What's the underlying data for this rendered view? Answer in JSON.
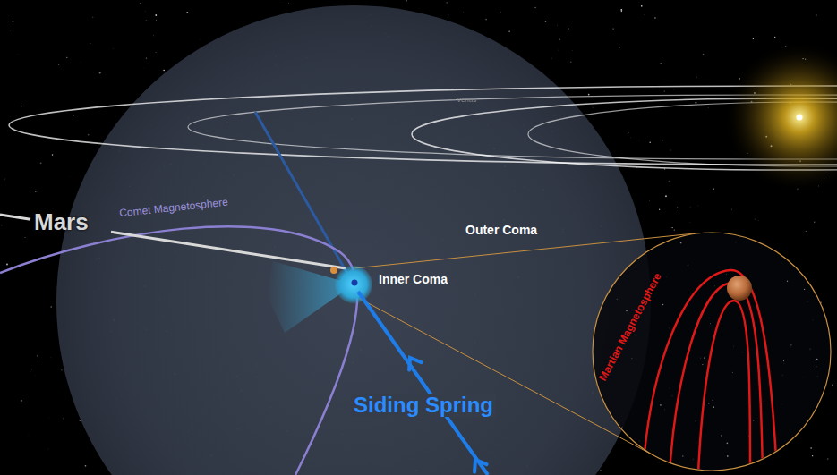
{
  "diagram": {
    "labels": [
      "Venus",
      "Mars",
      "Comet Magnetosphere",
      "Outer Coma",
      "Inner Coma",
      "Siding Spring",
      "Martian Magnetosphere"
    ]
  }
}
